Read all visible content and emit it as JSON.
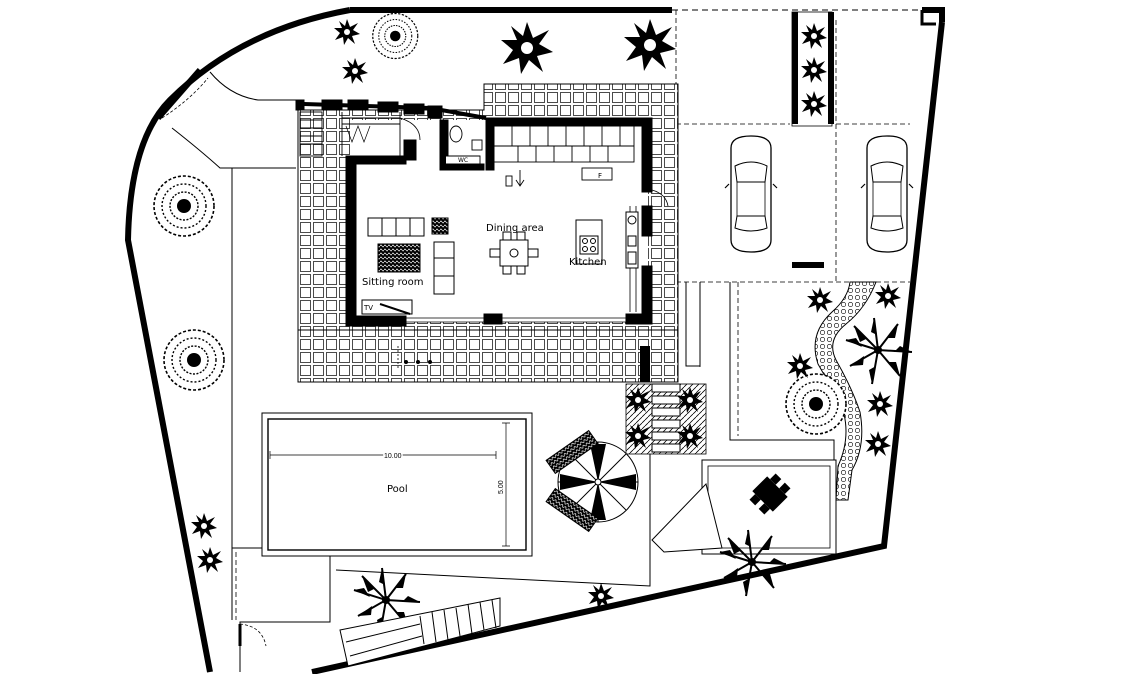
{
  "rooms": {
    "dining": "Dining area",
    "sitting": "Sitting room",
    "kitchen": "Kitchen",
    "wc": "WC",
    "tv": "TV",
    "fridge": "F"
  },
  "pool": {
    "label": "Pool",
    "length": "10.00",
    "width": "5.00"
  },
  "colors": {
    "line": "#000000",
    "background": "#ffffff"
  }
}
